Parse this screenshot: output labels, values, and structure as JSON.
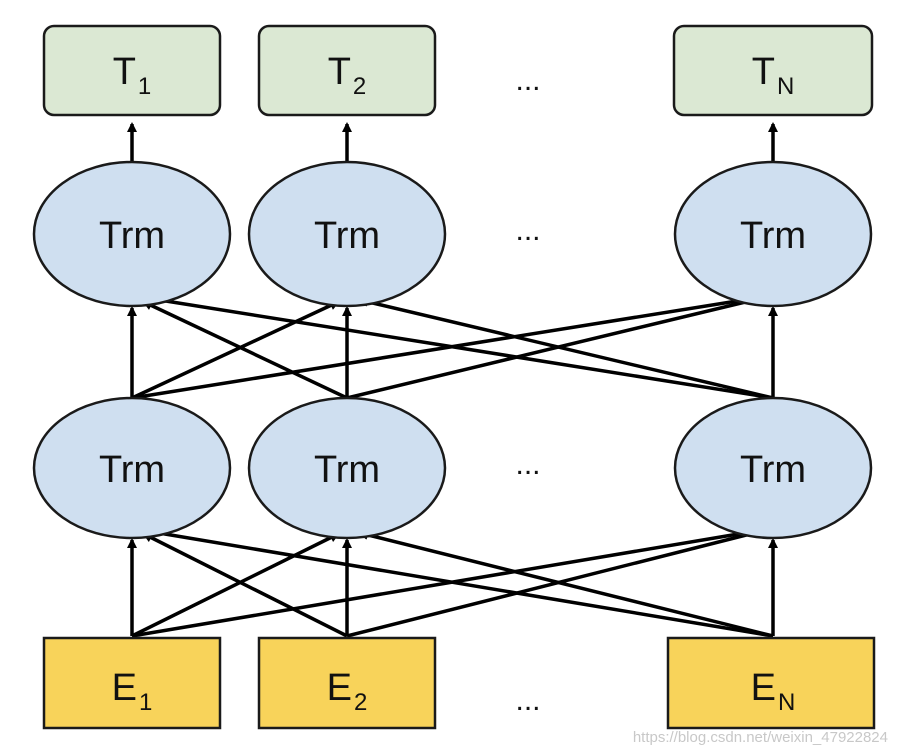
{
  "diagram": {
    "output_row": [
      {
        "base": "T",
        "sub": "1"
      },
      {
        "base": "T",
        "sub": "2"
      },
      {
        "base": "T",
        "sub": "N"
      }
    ],
    "transformer_layers": [
      [
        "Trm",
        "Trm",
        "Trm"
      ],
      [
        "Trm",
        "Trm",
        "Trm"
      ]
    ],
    "input_row": [
      {
        "base": "E",
        "sub": "1"
      },
      {
        "base": "E",
        "sub": "2"
      },
      {
        "base": "E",
        "sub": "N"
      }
    ],
    "ellipsis": "...",
    "watermark": "https://blog.csdn.net/weixin_47922824",
    "colors": {
      "output_fill": "#dbe8d3",
      "trm_fill": "#cfdff0",
      "input_fill": "#f8d35a",
      "stroke": "#1a1a1a",
      "arrow": "#000000"
    }
  }
}
